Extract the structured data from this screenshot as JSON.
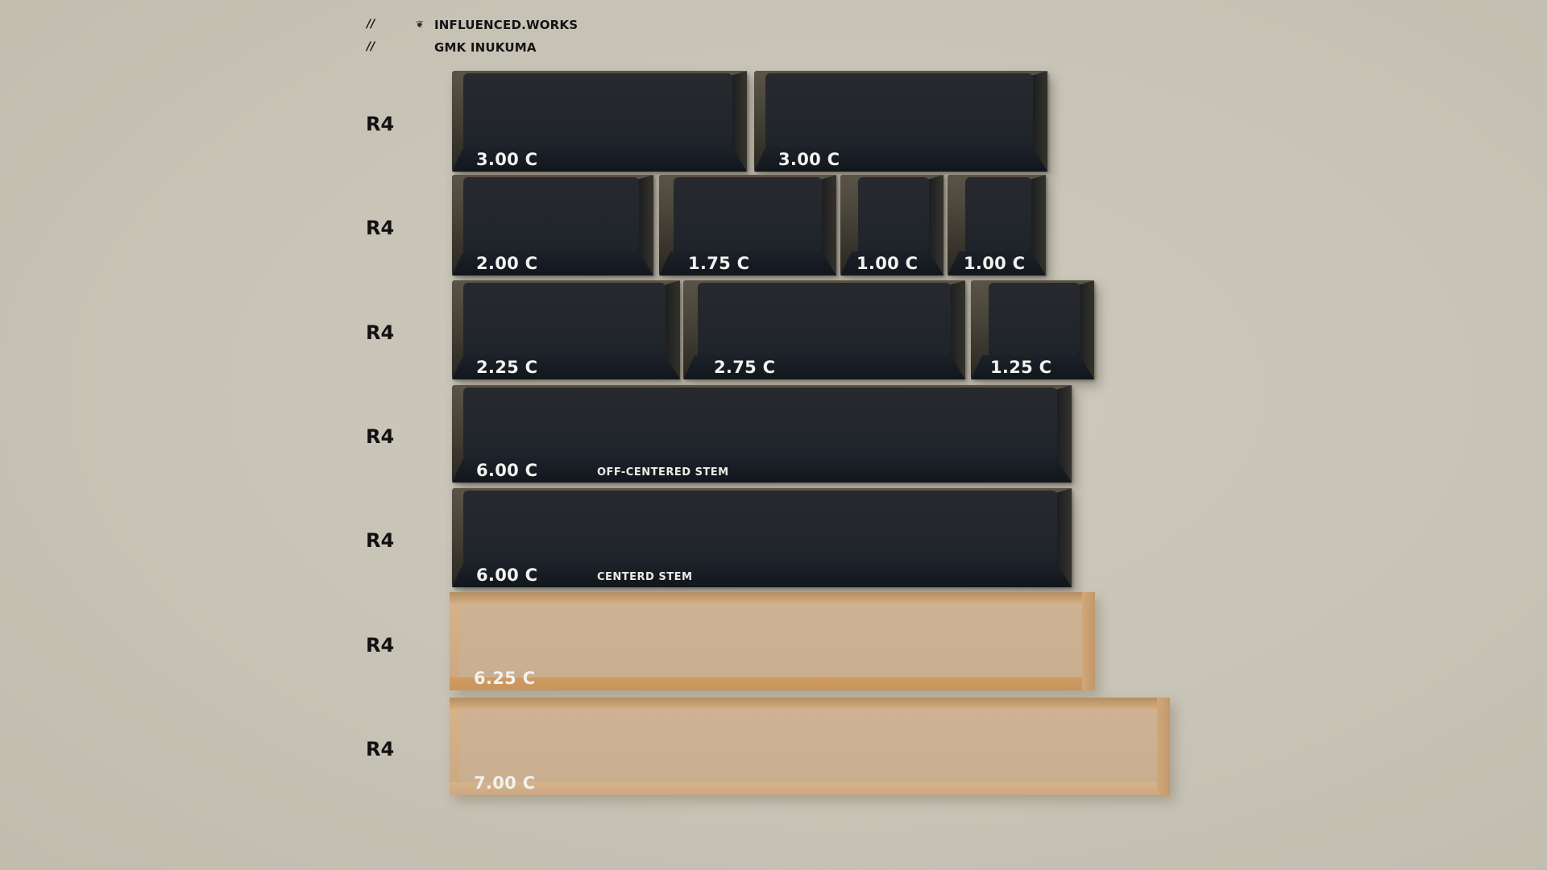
{
  "header": {
    "line1_prefix": "//",
    "line1_logo": "❦",
    "line1_text": "INFLUENCED.WORKS",
    "line2_prefix": "//",
    "line2_text": "GMK INUKUMA"
  },
  "colors": {
    "background": "#c7c3b6",
    "dark_keycap": "#23272d",
    "beige_keycap": "#cbb091",
    "label_text": "#f2f2ef"
  },
  "rows": [
    {
      "profile": "R4",
      "keys": [
        {
          "size": "3.00 C"
        },
        {
          "size": "3.00 C"
        }
      ]
    },
    {
      "profile": "R4",
      "keys": [
        {
          "size": "2.00 C"
        },
        {
          "size": "1.75 C"
        },
        {
          "size": "1.00 C"
        },
        {
          "size": "1.00 C"
        }
      ]
    },
    {
      "profile": "R4",
      "keys": [
        {
          "size": "2.25 C"
        },
        {
          "size": "2.75 C"
        },
        {
          "size": "1.25 C"
        }
      ]
    },
    {
      "profile": "R4",
      "keys": [
        {
          "size": "6.00 C",
          "note": "OFF-CENTERED STEM"
        }
      ]
    },
    {
      "profile": "R4",
      "keys": [
        {
          "size": "6.00 C",
          "note": "CENTERD STEM"
        }
      ]
    },
    {
      "profile": "R4",
      "keys": [
        {
          "size": "6.25 C"
        }
      ]
    },
    {
      "profile": "R4",
      "keys": [
        {
          "size": "7.00 C"
        }
      ]
    }
  ]
}
